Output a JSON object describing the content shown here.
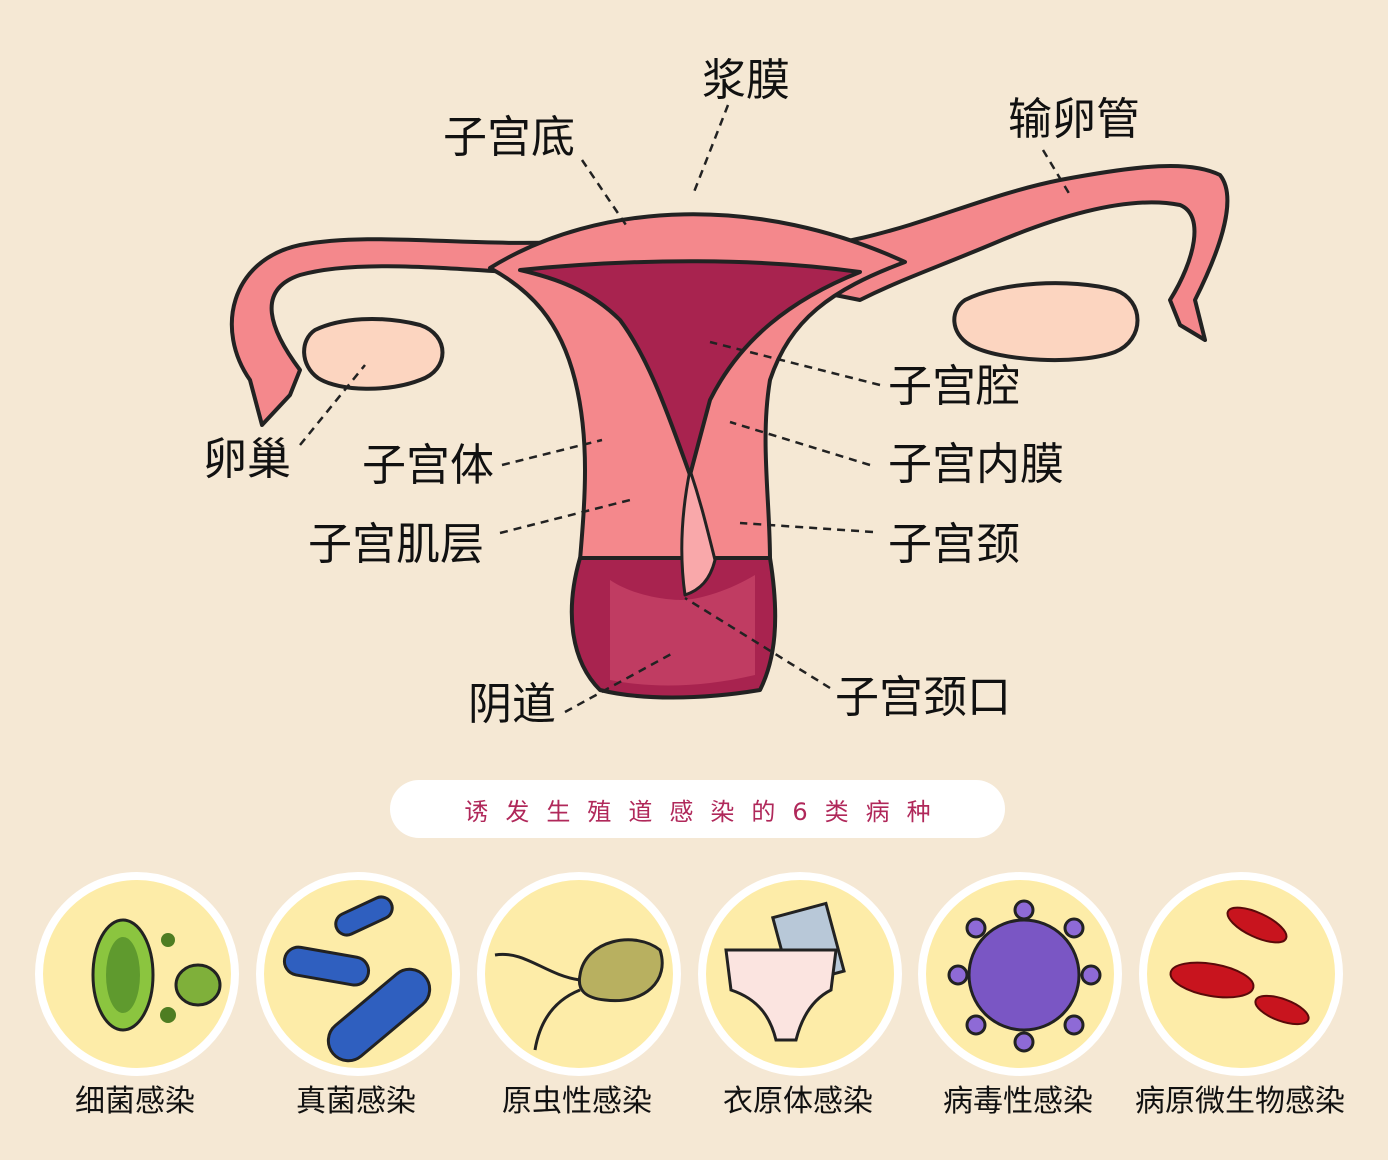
{
  "labels": {
    "fundus": "子宫底",
    "serosa": "浆膜",
    "fallopian_tube": "输卵管",
    "ovary": "卵巢",
    "uterine_body": "子宫体",
    "myometrium": "子宫肌层",
    "uterine_cavity": "子宫腔",
    "endometrium": "子宫内膜",
    "cervix": "子宫颈",
    "cervical_os": "子宫颈口",
    "vagina": "阴道"
  },
  "banner": "诱发生殖道感染的6类病种",
  "categories": [
    {
      "label": "细菌感染",
      "icon": "bacteria-icon"
    },
    {
      "label": "真菌感染",
      "icon": "fungus-icon"
    },
    {
      "label": "原虫性感染",
      "icon": "protozoa-icon"
    },
    {
      "label": "衣原体感染",
      "icon": "chlamydia-underwear-icon"
    },
    {
      "label": "病毒性感染",
      "icon": "virus-icon"
    },
    {
      "label": "病原微生物感染",
      "icon": "pathogen-icon"
    }
  ],
  "colors": {
    "background": "#f5e8d4",
    "banner_text": "#b0285a",
    "tissue": "#f4888c",
    "cavity": "#a8234f",
    "circle": "#fdeca8"
  }
}
